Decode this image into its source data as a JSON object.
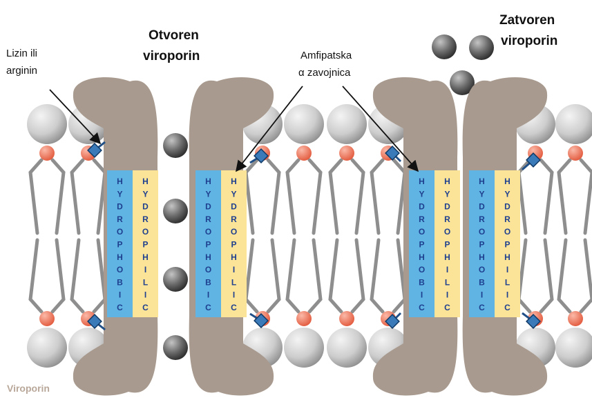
{
  "labels": {
    "open_line1": "Otvoren",
    "open_line2": "viroporin",
    "closed_line1": "Zatvoren",
    "closed_line2": "viroporin",
    "lys_line1": "Lizin ili",
    "lys_line2": "arginin",
    "amph_line1": "Amfipatska",
    "amph_line2": "α zavojnica",
    "footer": "Viroporin"
  },
  "helix_bands": {
    "hydrophobic": "HYDROPHOBIC",
    "hydrophilic": "HYDROPHILIC"
  },
  "colors": {
    "protein": "#a89a8e",
    "hydrophobic_band": "#5fb4e4",
    "hydrophilic_band": "#fbe497",
    "lipid_head": "#c9c9c9",
    "lipid_glycerol": "#ee7e63",
    "lipid_tail": "#8e8e8e",
    "ion": "#6d6d6d",
    "anchor": "#3b7ab9"
  }
}
